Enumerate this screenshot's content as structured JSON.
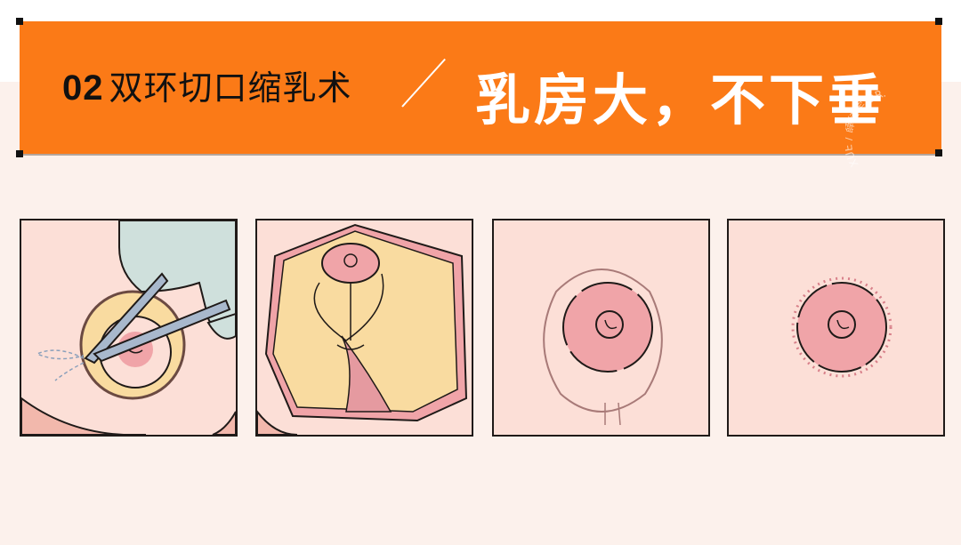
{
  "header": {
    "step_number": "02",
    "procedure_name": "双环切口缩乳术",
    "headline": "乳房大，不下垂",
    "watermark": "XUE / 薛红宇 DR."
  },
  "colors": {
    "banner_orange": "#fb7a17",
    "page_background": "#fcf1ec",
    "skin_pink": "#fcdfd7",
    "areola_pink": "#f0a4a8",
    "fat_yellow": "#f9dba0",
    "glove_blue": "#cfe0dc",
    "outline": "#1f1a18"
  },
  "panels": [
    {
      "id": 1,
      "depiction": "double-ring incision around areola with scissors held by gloved hand"
    },
    {
      "id": 2,
      "depiction": "exposed breast tissue with glandular fat and areola being repositioned"
    },
    {
      "id": 3,
      "depiction": "areola sutured within outer ring with purse-string stitches"
    },
    {
      "id": 4,
      "depiction": "final healed areola with fine scar around edge"
    }
  ]
}
